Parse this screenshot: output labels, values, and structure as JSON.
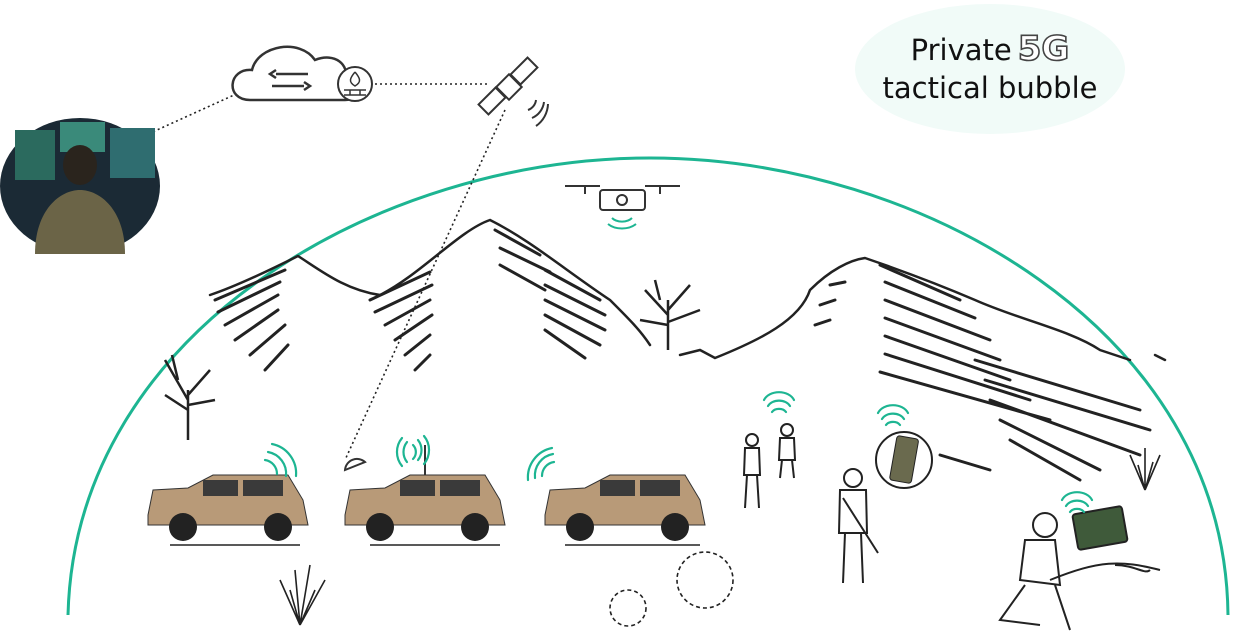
{
  "label": {
    "prefix": "Private",
    "highlight": "5G",
    "suffix": "tactical bubble"
  },
  "colors": {
    "bubble": "#1db592",
    "signal": "#1db592",
    "vehicle": "#b89a78",
    "label_bg": "#f1fbf8"
  },
  "icons": [
    "cloud-icon",
    "firewall-icon",
    "satellite-icon",
    "drone-icon",
    "vehicle-icon",
    "soldier-icon",
    "tablet-icon",
    "tree-icon",
    "shrub-icon",
    "signal-icon"
  ]
}
